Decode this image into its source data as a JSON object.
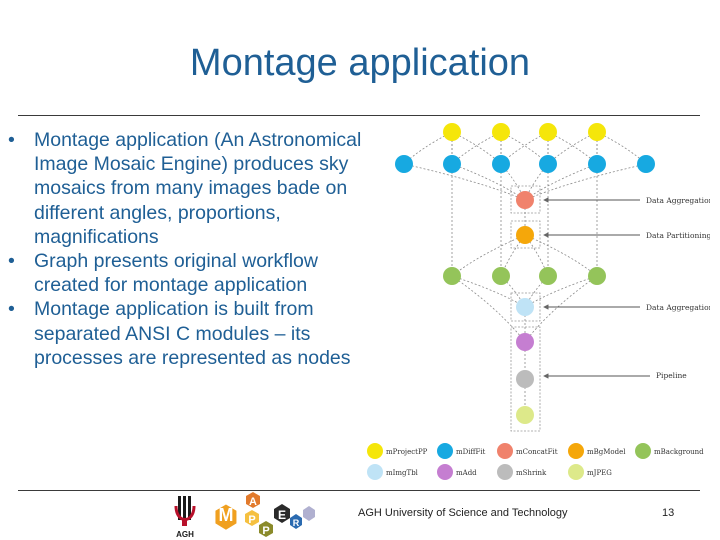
{
  "slide": {
    "title": "Montage application",
    "bullets": [
      "Montage application (An Astronomical Image Mosaic Engine) produces sky mosaics from many images bade on different angles, proportions, magnifications",
      "Graph presents original workflow created for montage application",
      "Montage application is built from separated ANSI C modules – its processes are represented as nodes"
    ],
    "bullet_char": "•",
    "footer": "AGH University of Science and Technology",
    "page_number": "13"
  },
  "diagram": {
    "annotations": [
      "Data Aggregation",
      "Data Partitioning",
      "Data Aggregation",
      "Pipeline"
    ],
    "legend": [
      {
        "label": "mProjectPP",
        "color": "#f5e60a"
      },
      {
        "label": "mDiffFit",
        "color": "#17a9e1"
      },
      {
        "label": "mConcatFit",
        "color": "#f0826c"
      },
      {
        "label": "mBgModel",
        "color": "#f5a70a"
      },
      {
        "label": "mBackground",
        "color": "#94c45a"
      },
      {
        "label": "mImgTbl",
        "color": "#bfe3f6"
      },
      {
        "label": "mAdd",
        "color": "#c57ed1"
      },
      {
        "label": "mShrink",
        "color": "#bcbcbc"
      },
      {
        "label": "mJPEG",
        "color": "#dde98a"
      }
    ]
  },
  "logos": {
    "agh": "AGH",
    "mapper_letters": [
      "M",
      "A",
      "P",
      "P",
      "E",
      "R"
    ]
  }
}
